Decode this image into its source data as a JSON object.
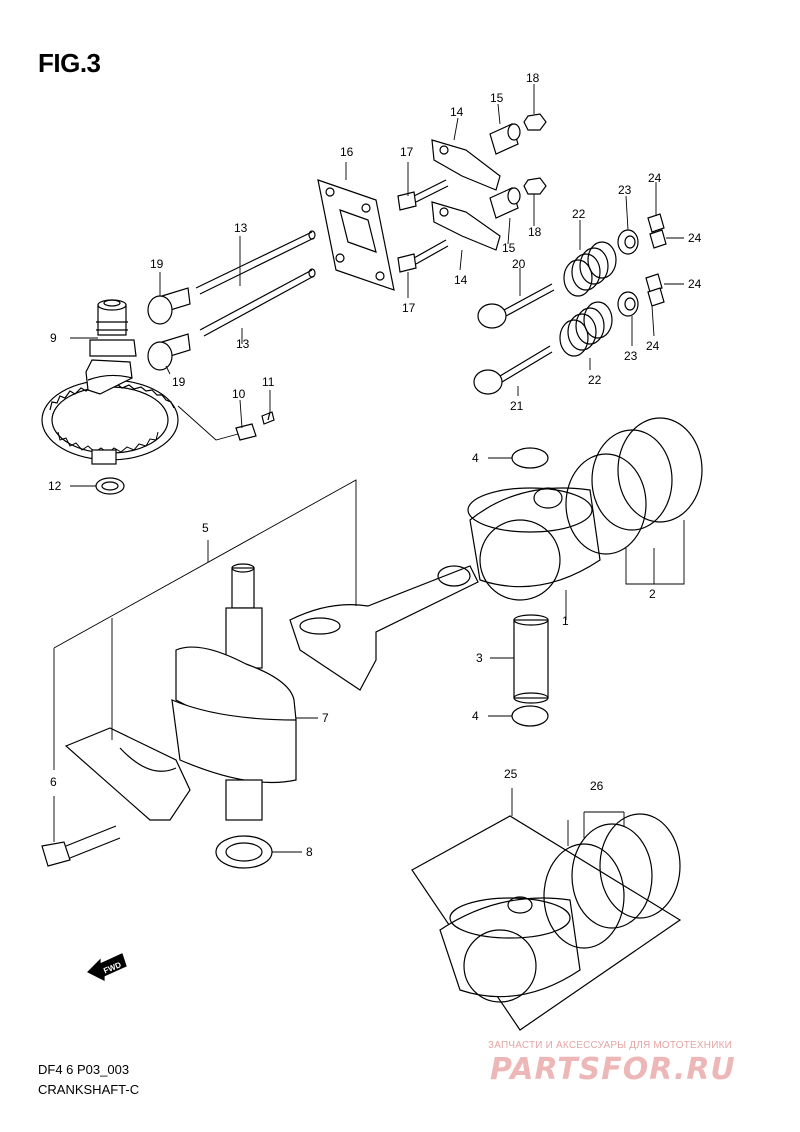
{
  "figure": {
    "title": "FIG.3",
    "code": "DF4 6 P03_003",
    "name": "CRANKSHAFT-C"
  },
  "callouts": {
    "c1": "1",
    "c2": "2",
    "c3": "3",
    "c4a": "4",
    "c4b": "4",
    "c5": "5",
    "c6": "6",
    "c7": "7",
    "c8": "8",
    "c9": "9",
    "c10": "10",
    "c11": "11",
    "c12": "12",
    "c13a": "13",
    "c13b": "13",
    "c14a": "14",
    "c14b": "14",
    "c15a": "15",
    "c15b": "15",
    "c16": "16",
    "c17a": "17",
    "c17b": "17",
    "c18a": "18",
    "c18b": "18",
    "c19a": "19",
    "c19b": "19",
    "c20": "20",
    "c21": "21",
    "c22a": "22",
    "c22b": "22",
    "c23a": "23",
    "c23b": "23",
    "c24a": "24",
    "c24b": "24",
    "c24c": "24",
    "c24d": "24",
    "c25": "25",
    "c26": "26"
  },
  "fwd_label": "FWD",
  "watermark": {
    "subtitle": "ЗАПЧАСТИ И АКСЕССУАРЫ ДЛЯ МОТОТЕХНИКИ",
    "logo": "PARTSFOR.RU"
  }
}
